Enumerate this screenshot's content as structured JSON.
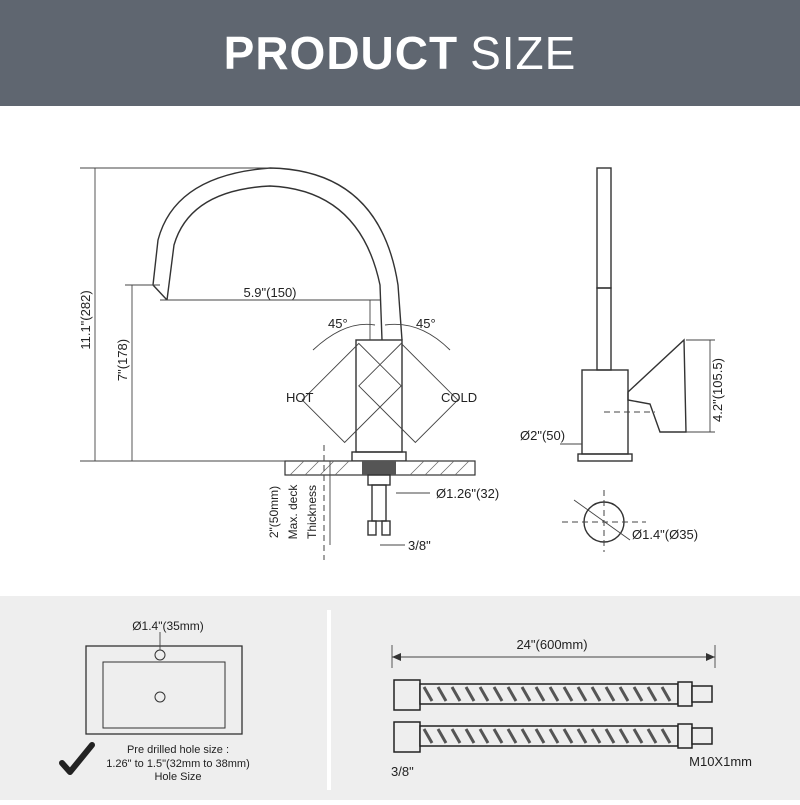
{
  "header": {
    "title_bold": "PRODUCT",
    "title_light": "SIZE"
  },
  "front_view": {
    "total_height": "11.1\"(282)",
    "spout_height": "7\"(178)",
    "spout_reach": "5.9\"(150)",
    "angle_left": "45°",
    "angle_right": "45°",
    "hot_label": "HOT",
    "cold_label": "COLD",
    "deck_thickness_1": "2\"(50mm)",
    "deck_thickness_2": "Max. deck",
    "deck_thickness_3": "Thickness",
    "shank_diameter": "Ø1.26\"(32)",
    "hose_thread": "3/8\""
  },
  "side_view": {
    "handle_height": "4.2\"(105.5)",
    "base_diameter": "Ø2\"(50)",
    "hole_diameter": "Ø1.4\"(Ø35)"
  },
  "sink": {
    "hole_label": "Ø1.4\"(35mm)",
    "note_line1": "Pre drilled hole size :",
    "note_line2": "1.26\" to 1.5\"(32mm to 38mm)",
    "note_line3": "Hole Size"
  },
  "hose": {
    "length": "24\"(600mm)",
    "left_thread": "3/8\"",
    "right_thread": "M10X1mm"
  },
  "colors": {
    "header_bg": "#5f6670",
    "bottom_bg": "#eeeeee",
    "line": "#333333"
  }
}
